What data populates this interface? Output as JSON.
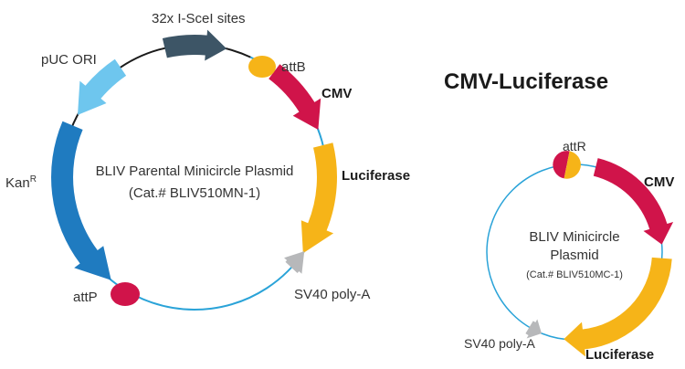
{
  "colors": {
    "teal_backbone": "#2aa3d8",
    "dark_backbone": "#1a1a1a",
    "cmv": "#d0144a",
    "luciferase": "#f6b418",
    "polyA": "#b7b8ba",
    "sites": "#3d5566",
    "ori": "#6ec6ee",
    "kan": "#1f7bc0",
    "attB": "#f6b418",
    "attP": "#d0144a"
  },
  "parental": {
    "center_line1": "BLIV Parental Minicircle Plasmid",
    "center_line2": "(Cat.# BLIV510MN-1)",
    "labels": {
      "sites": "32x I-SceI sites",
      "ori": "pUC ORI",
      "kan": "Kan",
      "kan_sup": "R",
      "attB": "attB",
      "cmv": "CMV",
      "luciferase": "Luciferase",
      "polyA": "SV40 poly-A",
      "attP": "attP"
    }
  },
  "minicircle": {
    "title": "CMV-Luciferase",
    "center_line1": "BLIV Minicircle",
    "center_line2": "Plasmid",
    "center_line3": "(Cat.# BLIV510MC-1)",
    "labels": {
      "attR": "attR",
      "cmv": "CMV",
      "luciferase": "Luciferase",
      "polyA": "SV40 poly-A"
    }
  }
}
